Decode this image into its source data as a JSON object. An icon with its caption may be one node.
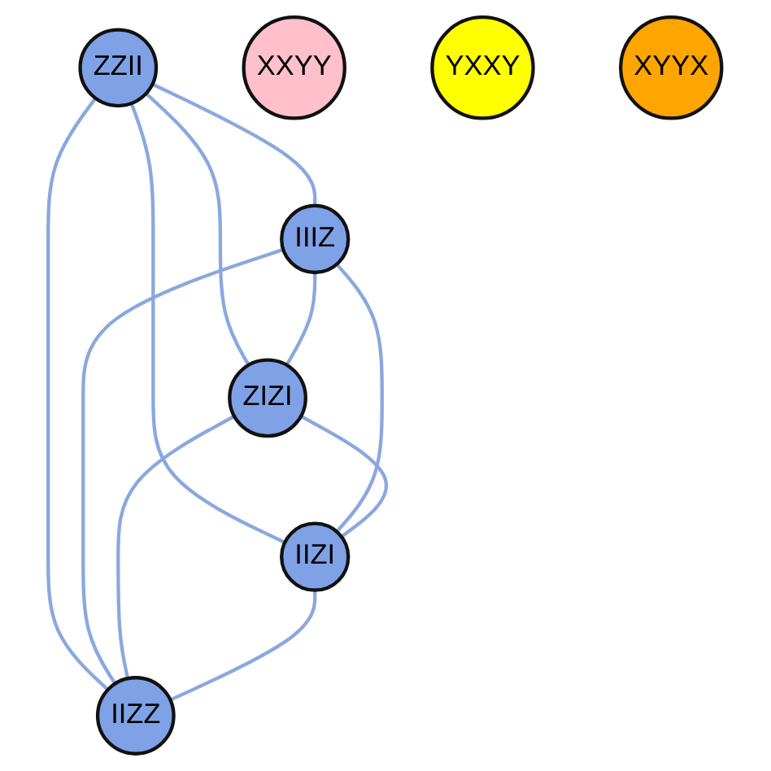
{
  "diagram": {
    "nodes": [
      {
        "text": [
          "ZZII"
        ]
      },
      {
        "text": [
          "IIIZ"
        ]
      },
      {
        "text": [
          "ZIZI"
        ]
      },
      {
        "text": [
          "IIZI"
        ]
      },
      {
        "text": [
          "IIZZ"
        ]
      },
      {
        "text": [
          "XXYY"
        ]
      },
      {
        "text": [
          "YXXY"
        ]
      },
      {
        "text": [
          "XYYX"
        ]
      }
    ],
    "edges": [
      {
        "from": 0,
        "to": 1,
        "arrow": "none"
      },
      {
        "from": 0,
        "to": 2,
        "arrow": "none"
      },
      {
        "from": 0,
        "to": 3,
        "arrow": "none"
      },
      {
        "from": 0,
        "to": 4,
        "arrow": "none"
      },
      {
        "from": 1,
        "to": 2,
        "arrow": "none"
      },
      {
        "from": 1,
        "to": 3,
        "arrow": "none"
      },
      {
        "from": 1,
        "to": 4,
        "arrow": "none"
      },
      {
        "from": 2,
        "to": 3,
        "arrow": "none"
      },
      {
        "from": 2,
        "to": 4,
        "arrow": "none"
      },
      {
        "from": 3,
        "to": 4,
        "arrow": "none"
      }
    ]
  }
}
